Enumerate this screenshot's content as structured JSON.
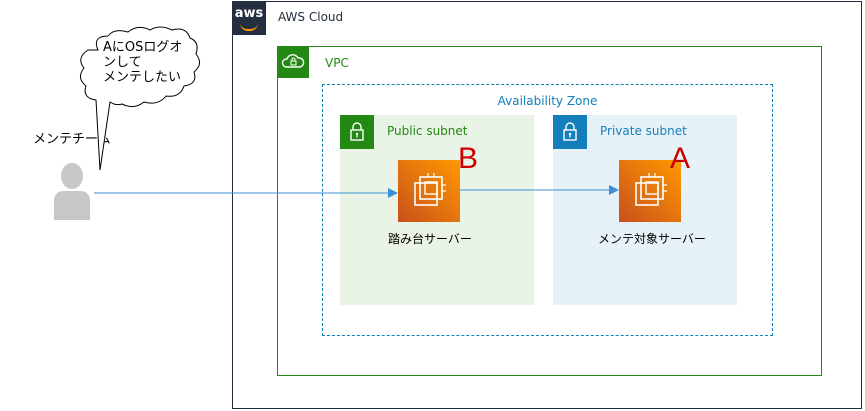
{
  "cloud": {
    "label": "AWS Cloud",
    "logo_text": "aws"
  },
  "vpc": {
    "label": "VPC"
  },
  "az": {
    "label": "Availability Zone"
  },
  "public_subnet": {
    "label": "Public subnet",
    "server_label": "踏み台サーバー",
    "marker": "B"
  },
  "private_subnet": {
    "label": "Private subnet",
    "server_label": "メンテ対象サーバー",
    "marker": "A"
  },
  "team": {
    "label": "メンテチーム"
  },
  "bubble": {
    "lines": [
      "AにOSログオ",
      "ンして",
      "メンテしたい"
    ]
  },
  "colors": {
    "aws_dark": "#232f3e",
    "green": "#248814",
    "blue": "#147eba",
    "orange": "#ff9900",
    "arrow": "#3c8fd6",
    "marker": "#cc0000"
  }
}
